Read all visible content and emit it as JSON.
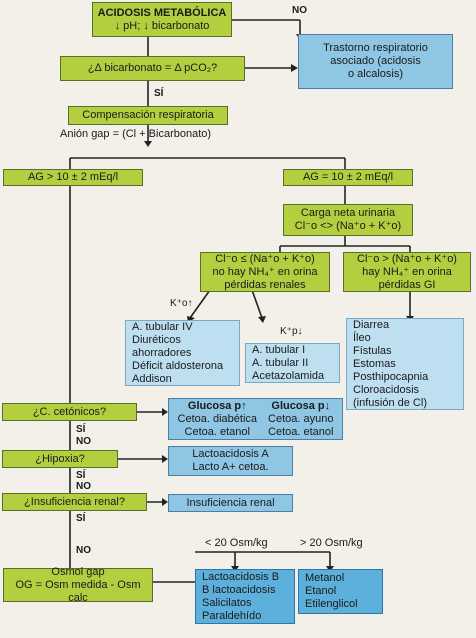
{
  "title": "ACIDOSIS METABÓLICA",
  "subtitle": "↓ pH; ↓ bicarbonato",
  "label_no_1": "NO",
  "q_delta": "¿Δ bicarbonato = Δ pCO₂?",
  "trastorno": [
    "Trastorno respiratorio",
    "asociado (acidosis",
    "o alcalosis)"
  ],
  "label_si_1": "SÍ",
  "compensacion": "Compensación respiratoria",
  "anion_gap": "Anión gap = (Cl + Bicarbonato)",
  "ag_high": "AG > 10 ± 2 mEq/l",
  "ag_normal": "AG = 10 ± 2 mEq/l",
  "carga_title": "Carga neta urinaria",
  "carga_formula": "Cl⁻o <> (Na⁺o + K⁺o)",
  "renal_box": [
    "Cl⁻o ≤ (Na⁺o + K⁺o)",
    "no hay NH₄⁺ en orina",
    "pérdidas renales"
  ],
  "gi_box": [
    "Cl⁻o > (Na⁺o + K⁺o)",
    "hay NH₄⁺ en orina",
    "pérdidas GI"
  ],
  "k_up": "K⁺o↑",
  "k_down": "K⁺p↓",
  "tubular4": [
    "A. tubular IV",
    "Diuréticos",
    "ahorradores",
    "Déficit aldosterona",
    "Addison"
  ],
  "tubular12": [
    "A. tubular I",
    "A. tubular II",
    "Acetazolamida"
  ],
  "gi_causes": [
    "Diarrea",
    "Íleo",
    "Fístulas",
    "Estomas",
    "Posthipocapnia",
    "Cloroacidosis",
    "(infusión de Cl)"
  ],
  "q_cetonicos": "¿C. cetónicos?",
  "glucosa_up": [
    "Glucosa p↑",
    "Cetoa. diabética",
    "Cetoa. etanol"
  ],
  "glucosa_down": [
    "Glucosa p↓",
    "Cetoa. ayuno",
    "Cetoa. etanol"
  ],
  "q_hipoxia": "¿Hipoxia?",
  "lacto": [
    "Lactoacidosis A",
    "Lacto A+ cetoa."
  ],
  "q_renal": "¿Insuficiencia renal?",
  "insuf_renal": "Insuficiencia renal",
  "label_si": "SÍ",
  "label_no": "NO",
  "osm_low": "< 20 Osm/kg",
  "osm_high": "> 20 Osm/kg",
  "osmol": [
    "Osmol gap",
    "OG = Osm medida - Osm calc"
  ],
  "low_causes": [
    "Lactoacidosis B",
    "B lactoacidosis",
    "Salicilatos",
    "Paraldehído"
  ],
  "high_causes": [
    "Metanol",
    "Etanol",
    "Etilenglicol"
  ],
  "colors": {
    "green": "#b3cf3f",
    "blue": "#8fc6e4",
    "light_blue": "#bedff0",
    "dark_blue": "#5eb0dc"
  }
}
